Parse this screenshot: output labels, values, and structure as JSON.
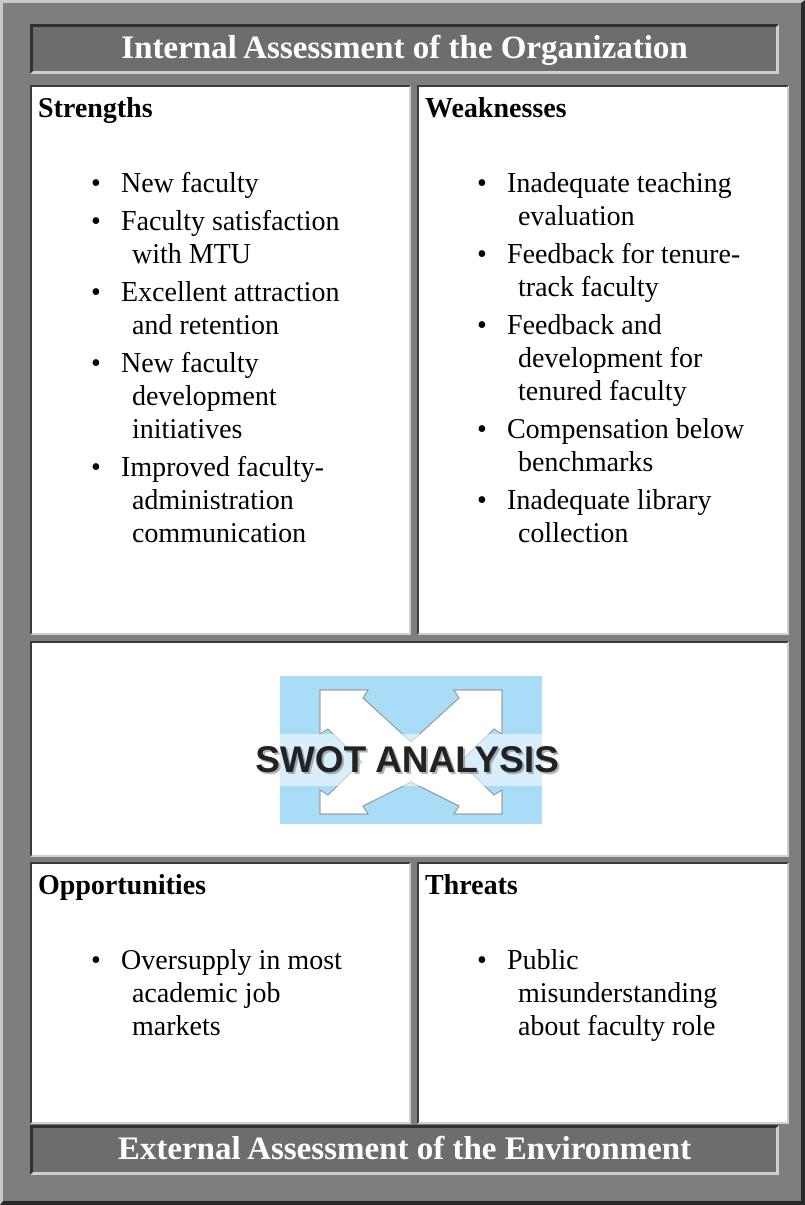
{
  "header": {
    "title": "Internal Assessment of the Organization"
  },
  "footer": {
    "title": "External Assessment of the Environment"
  },
  "strengths": {
    "heading": "Strengths",
    "items": [
      [
        "New faculty"
      ],
      [
        "Faculty satisfaction",
        "with MTU"
      ],
      [
        "Excellent attraction",
        "and retention"
      ],
      [
        "New faculty",
        "development",
        "initiatives"
      ],
      [
        "Improved faculty-",
        "administration",
        "communication"
      ]
    ]
  },
  "weaknesses": {
    "heading": "Weaknesses",
    "items": [
      [
        "Inadequate teaching",
        "evaluation"
      ],
      [
        "Feedback for tenure-",
        "track faculty"
      ],
      [
        "Feedback and",
        "development for",
        "tenured faculty"
      ],
      [
        "Compensation below",
        "benchmarks"
      ],
      [
        "Inadequate library",
        "collection"
      ]
    ]
  },
  "swot_logo": {
    "text": "SWOT ANALYSIS",
    "icon": "swot-analysis-logo",
    "colors": {
      "box": "#a9dcf7",
      "arrow": "#ffffff",
      "text": "#222222"
    }
  },
  "opportunities": {
    "heading": "Opportunities",
    "items": [
      [
        "Oversupply in most",
        "academic job",
        "markets"
      ]
    ]
  },
  "threats": {
    "heading": "Threats",
    "items": [
      [
        "Public",
        "misunderstanding",
        "about faculty role"
      ]
    ]
  },
  "colors": {
    "frame": "#7e7e7e",
    "banner": "#6d6d6d",
    "banner_text": "#ffffff",
    "cell_bg": "#ffffff"
  }
}
